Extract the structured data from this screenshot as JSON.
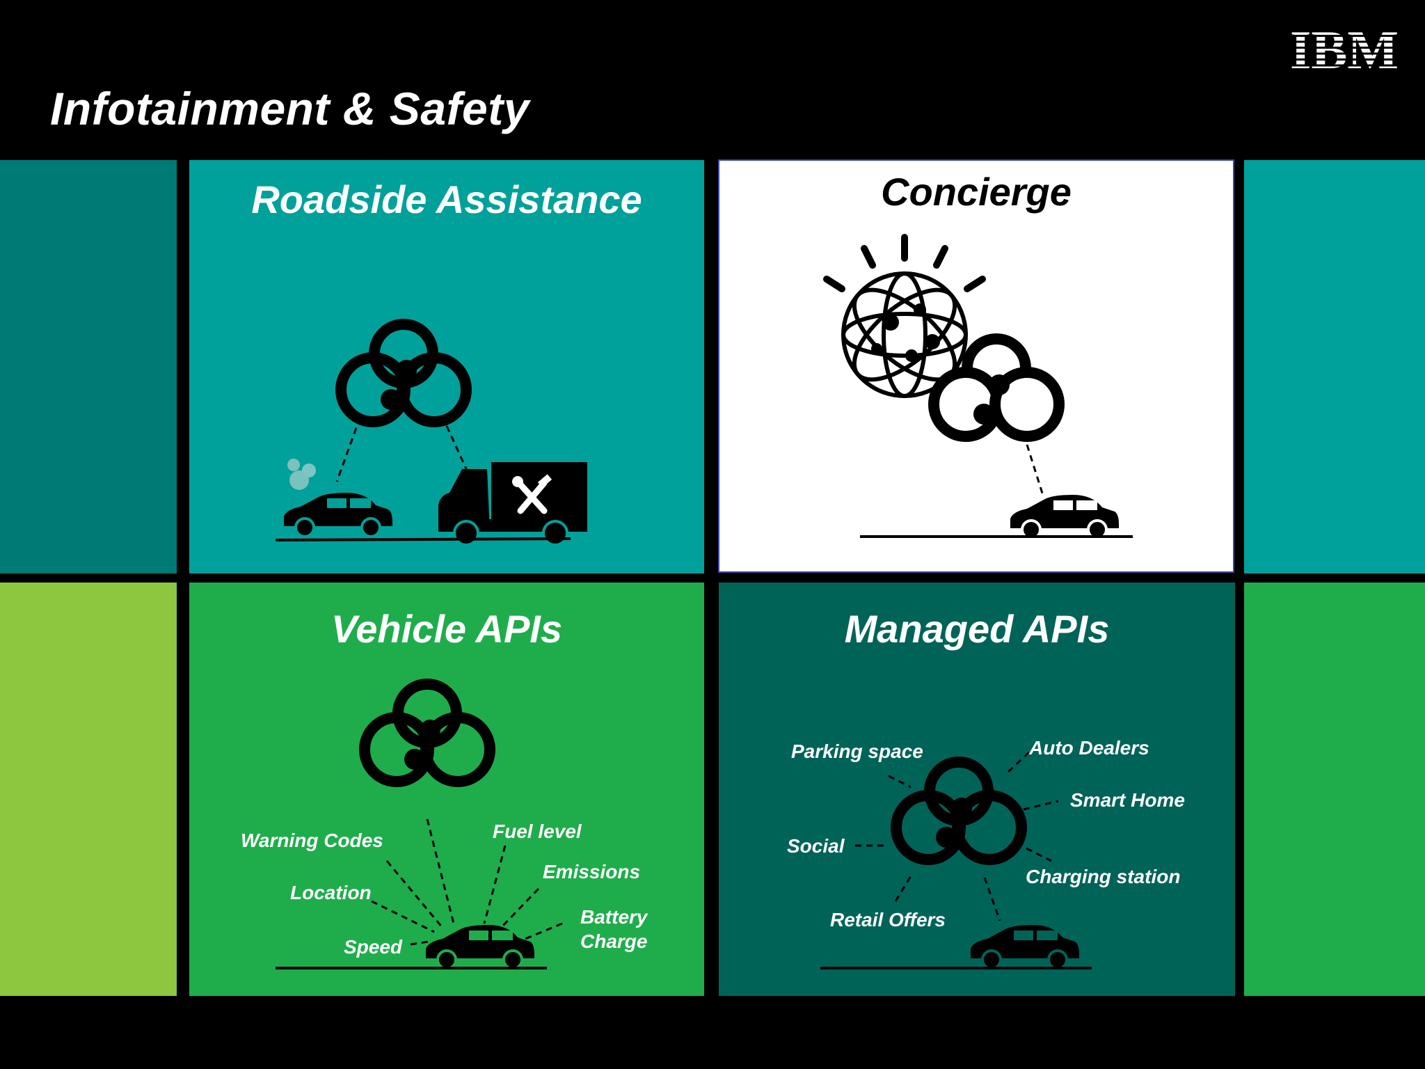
{
  "slide": {
    "title": "Infotainment & Safety"
  },
  "logo": {
    "text": "IBM",
    "icon": "ibm-logo-icon"
  },
  "colors": {
    "background": "#000000",
    "teal": "#00A19A",
    "teal_dark": "#007A74",
    "green": "#1FAD4B",
    "green_light": "#8DC63F",
    "dark_teal": "#006358",
    "white": "#FFFFFF"
  },
  "panels": {
    "roadside": {
      "title": "Roadside Assistance"
    },
    "concierge": {
      "title": "Concierge"
    },
    "vehicle": {
      "title": "Vehicle APIs",
      "labels": [
        "Warning Codes",
        "Location",
        "Speed",
        "Fuel level",
        "Emissions",
        "Battery",
        "Charge"
      ]
    },
    "managed": {
      "title": "Managed APIs",
      "labels": [
        "Parking space",
        "Auto Dealers",
        "Smart Home",
        "Social",
        "Charging station",
        "Retail Offers"
      ]
    }
  }
}
